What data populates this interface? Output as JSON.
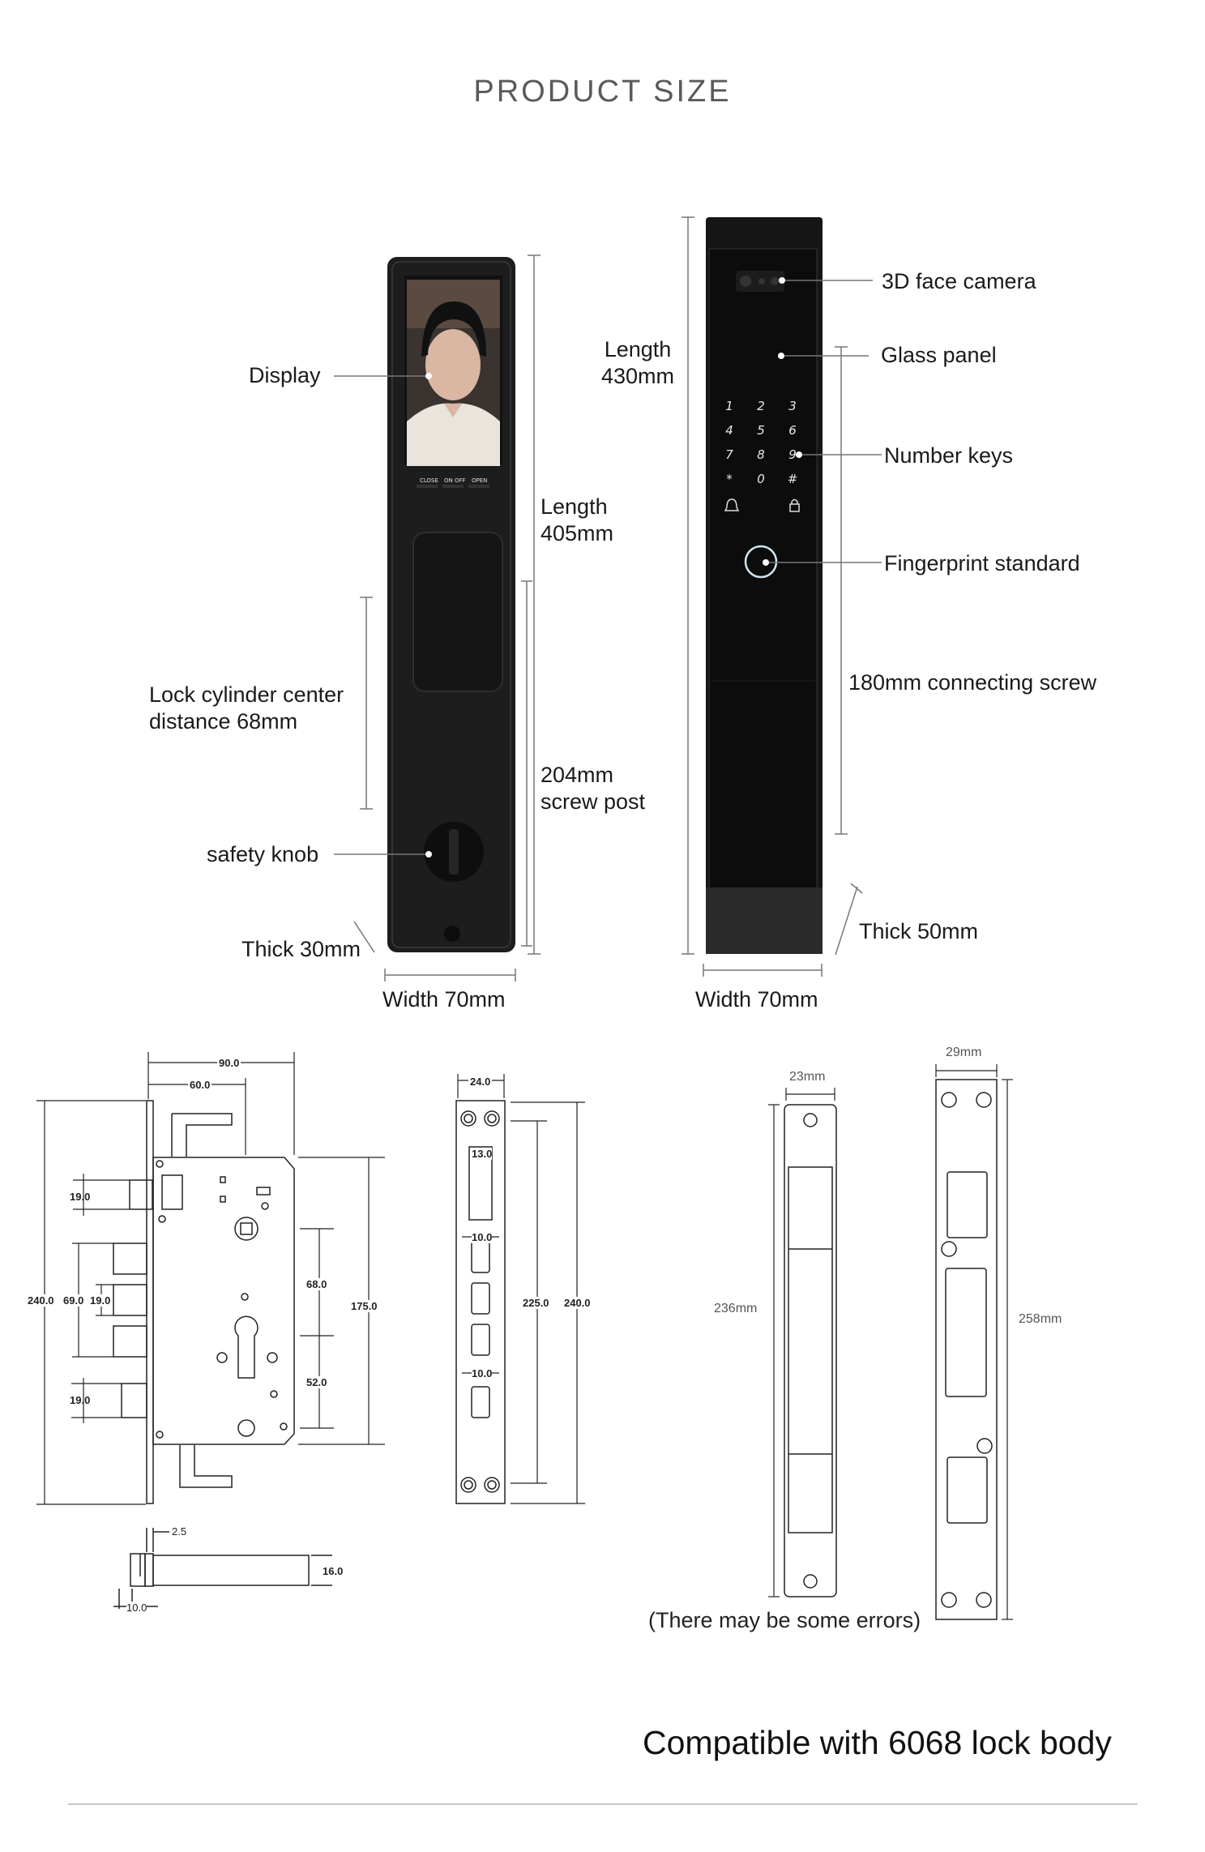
{
  "page": {
    "title": "PRODUCT SIZE",
    "footer": "Compatible with 6068 lock body",
    "note": "(There may be some errors)"
  },
  "front_view": {
    "labels": {
      "display": "Display",
      "length": "Length\n405mm",
      "lock_center": "Lock cylinder center\ndistance 68mm",
      "screw_post": "204mm\nscrew post",
      "safety_knob": "safety knob",
      "thick": "Thick 30mm",
      "width": "Width 70mm"
    },
    "screen_buttons": [
      "CLOSE",
      "ON OFF",
      "OPEN"
    ]
  },
  "back_view": {
    "labels": {
      "length": "Length\n430mm",
      "face_camera": "3D face camera",
      "glass_panel": "Glass panel",
      "number_keys": "Number keys",
      "fingerprint": "Fingerprint standard",
      "connecting_screw": "180mm connecting screw",
      "thick": "Thick 50mm",
      "width": "Width 70mm"
    },
    "keys": [
      "1",
      "2",
      "3",
      "4",
      "5",
      "6",
      "7",
      "8",
      "9",
      "*",
      "0",
      "#"
    ]
  },
  "lock_body": {
    "dims": {
      "d90": "90.0",
      "d60": "60.0",
      "d19a": "19.0",
      "d240": "240.0",
      "d69": "69.0",
      "d19b": "19.0",
      "d19c": "19.0",
      "d68": "68.0",
      "d52": "52.0",
      "d175": "175.0",
      "d25": "2.5",
      "d16": "16.0",
      "d10": "10.0"
    }
  },
  "faceplate": {
    "dims": {
      "d24": "24.0",
      "d13": "13.0",
      "d10a": "10.0",
      "d10b": "10.0",
      "d225": "225.0",
      "d240": "240.0"
    }
  },
  "strike_small": {
    "width": "23mm",
    "height": "236mm"
  },
  "strike_large": {
    "width": "29mm",
    "height": "258mm"
  },
  "colors": {
    "body": "#1b1b1b",
    "line": "#777777",
    "drawing": "#222222"
  }
}
